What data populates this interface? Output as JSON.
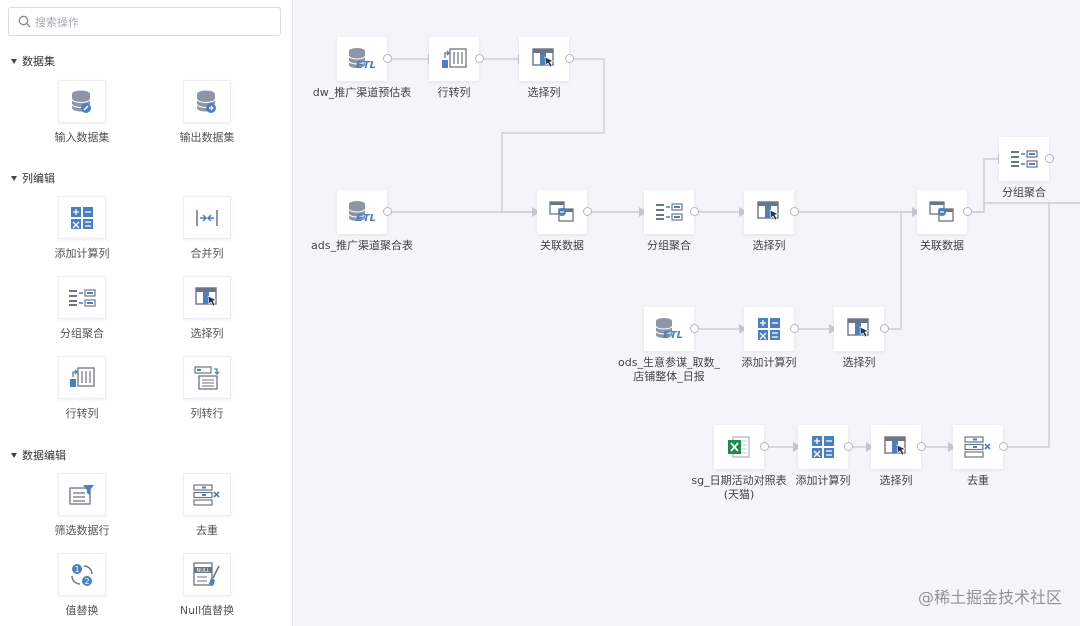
{
  "search": {
    "placeholder": "搜索操作"
  },
  "sidebar": {
    "sections": [
      {
        "title": "数据集",
        "items": [
          {
            "label": "输入数据集",
            "icon": "input-dataset-icon"
          },
          {
            "label": "输出数据集",
            "icon": "output-dataset-icon"
          }
        ]
      },
      {
        "title": "列编辑",
        "items": [
          {
            "label": "添加计算列",
            "icon": "calc-column-icon"
          },
          {
            "label": "合并列",
            "icon": "merge-columns-icon"
          },
          {
            "label": "分组聚合",
            "icon": "group-aggregate-icon"
          },
          {
            "label": "选择列",
            "icon": "select-columns-icon"
          },
          {
            "label": "行转列",
            "icon": "row-to-column-icon"
          },
          {
            "label": "列转行",
            "icon": "column-to-row-icon"
          }
        ]
      },
      {
        "title": "数据编辑",
        "items": [
          {
            "label": "筛选数据行",
            "icon": "filter-rows-icon"
          },
          {
            "label": "去重",
            "icon": "dedupe-icon"
          },
          {
            "label": "值替换",
            "icon": "value-replace-icon"
          },
          {
            "label": "Null值替换",
            "icon": "null-replace-icon"
          }
        ]
      }
    ]
  },
  "canvas": {
    "nodes": [
      {
        "id": "n1",
        "label": "dw_推广渠道预估表",
        "icon": "etl-icon"
      },
      {
        "id": "n2",
        "label": "行转列",
        "icon": "row-to-column-icon"
      },
      {
        "id": "n3",
        "label": "选择列",
        "icon": "select-columns-icon"
      },
      {
        "id": "n4",
        "label": "ads_推广渠道聚合表",
        "icon": "etl-icon"
      },
      {
        "id": "n5",
        "label": "关联数据",
        "icon": "join-icon"
      },
      {
        "id": "n6",
        "label": "分组聚合",
        "icon": "group-aggregate-icon"
      },
      {
        "id": "n7",
        "label": "选择列",
        "icon": "select-columns-icon"
      },
      {
        "id": "n8",
        "label": "关联数据",
        "icon": "join-icon"
      },
      {
        "id": "n9",
        "label": "分组聚合",
        "icon": "group-aggregate-icon"
      },
      {
        "id": "n10",
        "label": "ods_生意参谋_取数_\n店铺整体_日报",
        "icon": "etl-icon"
      },
      {
        "id": "n11",
        "label": "添加计算列",
        "icon": "calc-column-icon"
      },
      {
        "id": "n12",
        "label": "选择列",
        "icon": "select-columns-icon"
      },
      {
        "id": "n13",
        "label": "sg_日期活动对照表\n(天猫)",
        "icon": "excel-icon"
      },
      {
        "id": "n14",
        "label": "添加计算列",
        "icon": "calc-column-icon"
      },
      {
        "id": "n15",
        "label": "选择列",
        "icon": "select-columns-icon"
      },
      {
        "id": "n16",
        "label": "去重",
        "icon": "dedupe-icon"
      }
    ]
  },
  "watermark": "@稀土掘金技术社区",
  "colors": {
    "icon_blue": "#4a7fc1",
    "icon_gray": "#8c96a6",
    "wire": "#c4c8d0",
    "excel_green": "#1e8a4c"
  }
}
